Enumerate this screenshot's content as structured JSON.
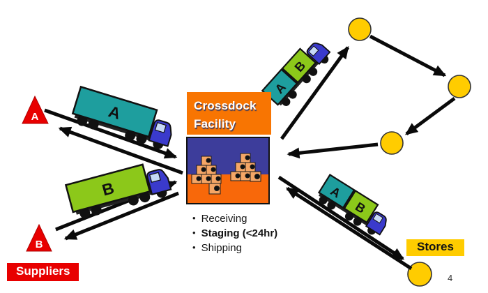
{
  "slide": {
    "page_number": "4"
  },
  "colors": {
    "orange_label": "#F87502",
    "teal_trailer": "#1E9E9E",
    "green_trailer": "#8CC81A",
    "cab_blue": "#3A3ACC",
    "red": "#E80000",
    "yellow": "#FFCC00",
    "arrow_black": "#0A0A0A",
    "wall_indigo": "#3D3D9B",
    "floor_orange": "#F8680A",
    "box_orange": "#F5A666"
  },
  "crossdock": {
    "title_line1": "Crossdock",
    "title_line2": "Facility",
    "bullets": [
      {
        "text": "Receiving",
        "bold": false
      },
      {
        "text": "Staging (<24hr)",
        "bold": true
      },
      {
        "text": "Shipping",
        "bold": false
      }
    ]
  },
  "suppliers": {
    "label": "Suppliers",
    "nodes": [
      {
        "label": "A"
      },
      {
        "label": "B"
      }
    ]
  },
  "stores": {
    "label": "Stores",
    "node_count": 4
  },
  "trucks": [
    {
      "name": "truck-supplier-a",
      "sections": [
        {
          "label": "A"
        }
      ]
    },
    {
      "name": "truck-supplier-b",
      "sections": [
        {
          "label": "B"
        }
      ]
    },
    {
      "name": "truck-to-stores-north",
      "sections": [
        {
          "label": "A"
        },
        {
          "label": "B"
        }
      ]
    },
    {
      "name": "truck-to-stores-south",
      "sections": [
        {
          "label": "A"
        },
        {
          "label": "B"
        }
      ]
    }
  ]
}
